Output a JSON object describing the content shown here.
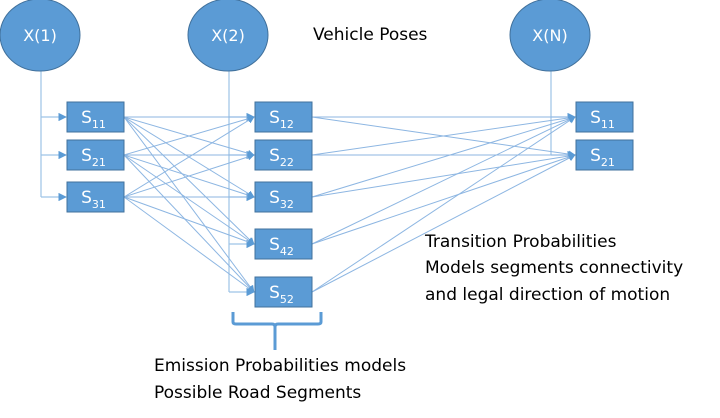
{
  "colors": {
    "node_fill": "#5B9BD5",
    "node_stroke": "#41719C",
    "edge": "#8DB6E2",
    "pose_edge": "#9DC3E6",
    "node_text": "#ffffff",
    "label_text": "#000000",
    "bracket": "#5B9BD5"
  },
  "title": "Vehicle Poses",
  "poses": [
    {
      "id": "x1",
      "label": "X(1)"
    },
    {
      "id": "x2",
      "label": "X(2)"
    },
    {
      "id": "xn",
      "label": "X(N)"
    }
  ],
  "columns": [
    {
      "pose": "x1",
      "segments": [
        {
          "id": "c1s1",
          "base": "S",
          "sub": "11"
        },
        {
          "id": "c1s2",
          "base": "S",
          "sub": "21"
        },
        {
          "id": "c1s3",
          "base": "S",
          "sub": "31"
        }
      ]
    },
    {
      "pose": "x2",
      "segments": [
        {
          "id": "c2s1",
          "base": "S",
          "sub": "12"
        },
        {
          "id": "c2s2",
          "base": "S",
          "sub": "22"
        },
        {
          "id": "c2s3",
          "base": "S",
          "sub": "32"
        },
        {
          "id": "c2s4",
          "base": "S",
          "sub": "42"
        },
        {
          "id": "c2s5",
          "base": "S",
          "sub": "52"
        }
      ]
    },
    {
      "pose": "xn",
      "segments": [
        {
          "id": "c3s1",
          "base": "S",
          "sub": "11"
        },
        {
          "id": "c3s2",
          "base": "S",
          "sub": "21"
        }
      ]
    }
  ],
  "transitions": "fully-connected between adjacent columns",
  "annotations": {
    "transition": [
      "Transition Probabilities",
      "Models segments connectivity",
      "and legal direction of motion"
    ],
    "emission": [
      "Emission Probabilities models",
      "Possible Road Segments"
    ]
  }
}
